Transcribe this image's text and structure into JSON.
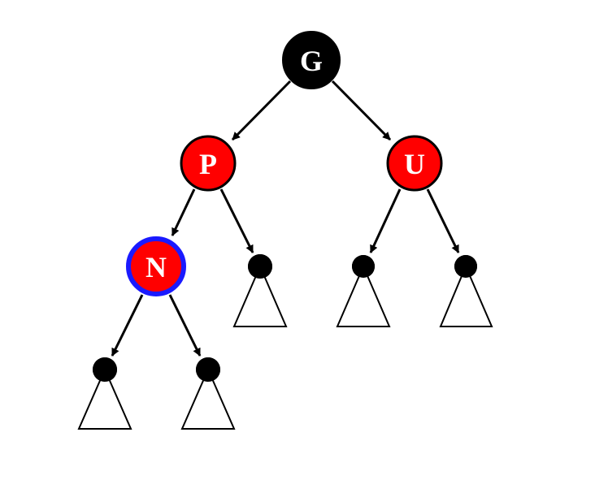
{
  "colors": {
    "red": "#ff0000",
    "black": "#000000",
    "highlight": "#1a1aff",
    "white": "#ffffff"
  },
  "nodes": {
    "g": {
      "label": "G",
      "color": "black"
    },
    "p": {
      "label": "P",
      "color": "red"
    },
    "u": {
      "label": "U",
      "color": "red"
    },
    "n": {
      "label": "N",
      "color": "red",
      "highlighted": true
    }
  },
  "subtrees": [
    {
      "parent": "N",
      "side": "left"
    },
    {
      "parent": "N",
      "side": "right"
    },
    {
      "parent": "P",
      "side": "right"
    },
    {
      "parent": "U",
      "side": "left"
    },
    {
      "parent": "U",
      "side": "right"
    }
  ]
}
